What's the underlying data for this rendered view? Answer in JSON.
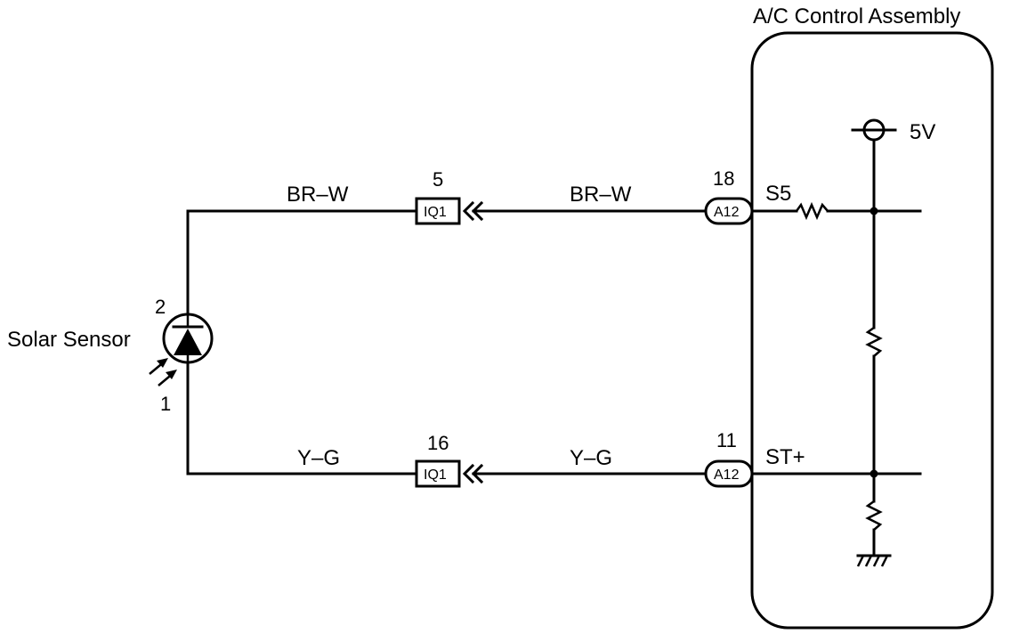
{
  "assembly": {
    "title": "A/C Control Assembly"
  },
  "supply": {
    "label": "5V"
  },
  "sensor": {
    "label": "Solar Sensor",
    "pin_top": "2",
    "pin_bottom": "1"
  },
  "upper_circuit": {
    "wire_left": "BR–W",
    "wire_right": "BR–W",
    "connector_iq1": {
      "code": "IQ1",
      "pin": "5"
    },
    "connector_a12": {
      "code": "A12",
      "pin": "18"
    },
    "terminal": "S5"
  },
  "lower_circuit": {
    "wire_left": "Y–G",
    "wire_right": "Y–G",
    "connector_iq1": {
      "code": "IQ1",
      "pin": "16"
    },
    "connector_a12": {
      "code": "A12",
      "pin": "11"
    },
    "terminal": "ST+"
  }
}
